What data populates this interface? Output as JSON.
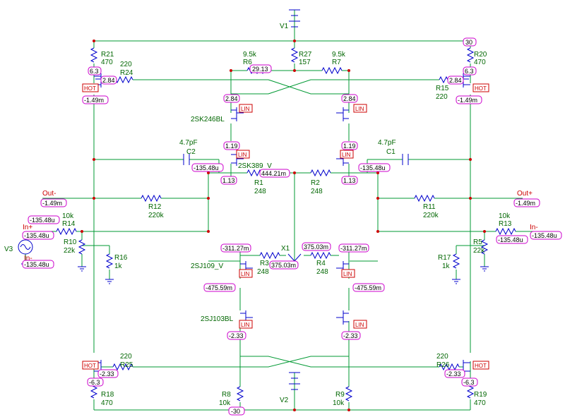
{
  "components": {
    "V1": "V1",
    "V2": "V2",
    "V3": "V3",
    "R1": "R1",
    "R1_val": "248",
    "R2": "R2",
    "R2_val": "248",
    "R3": "R3",
    "R3_val": "248",
    "R4": "R4",
    "R4_val": "248",
    "R5": "R5",
    "R5_val": "22k",
    "R6": "R6",
    "R6_val": "9.5k",
    "R7": "R7",
    "R7_val": "9.5k",
    "R8": "R8",
    "R8_val": "10k",
    "R9": "R9",
    "R9_val": "10k",
    "R10": "R10",
    "R10_val": "22k",
    "R11": "R11",
    "R11_val": "220k",
    "R12": "R12",
    "R12_val": "220k",
    "R13": "R13",
    "R13_val": "10k",
    "R14": "R14",
    "R14_val": "10k",
    "R15": "R15",
    "R15_val": "220",
    "R16": "R16",
    "R16_val": "1k",
    "R17": "R17",
    "R17_val": "1k",
    "R18": "R18",
    "R18_val": "470",
    "R19": "R19",
    "R19_val": "470",
    "R20": "R20",
    "R20_val": "470",
    "R21": "R21",
    "R21_val": "470",
    "R24": "R24",
    "R24_val": "220",
    "R25": "R25",
    "R25_val": "220",
    "R26": "R26",
    "R26_val": "220",
    "R27": "R27",
    "R27_val": "157",
    "C1": "C1",
    "C1_val": "4.7pF",
    "C2": "C2",
    "C2_val": "4.7pF",
    "X1": "X1",
    "Q_2SK246BL": "2SK246BL",
    "Q_2SK389": "2SK389_V",
    "Q_2SJ109": "2SJ109_V",
    "Q_2SJ103BL": "2SJ103BL"
  },
  "ports": {
    "out_minus": "Out-",
    "out_plus": "Out+",
    "in_plus": "In+",
    "in_minus": "In-",
    "in_minus_right": "In-"
  },
  "nodes": {
    "n30": "30",
    "n6_3_left": "6.3",
    "n6_3_right": "6.3",
    "n2_84_gl": "2.84",
    "n2_84_gr": "2.84",
    "n2_84_dl": "2.84",
    "n2_84_dr": "2.84",
    "n29_13": "29.13",
    "nhot_top_l": "-1.49m",
    "nhot_top_r": "-1.49m",
    "n1_19_l": "1.19",
    "n1_19_r": "1.19",
    "n1_13_l": "1.13",
    "n1_13_r": "1.13",
    "n444": "444.21m",
    "nc2": "-135.48u",
    "nc1": "-135.48u",
    "nout_l": "-1.49m",
    "nout_r": "-1.49m",
    "nin_a": "-135.48u",
    "nin_b": "-135.48u",
    "nin_c": "-135.48u",
    "nin_r1": "-135.48u",
    "nin_r2": "-135.48u",
    "n311_l": "-311.27m",
    "n311_r": "-311.27m",
    "n375_a": "375.03m",
    "n375_b": "375.03m",
    "n475_l": "-475.59m",
    "n475_r": "-475.59m",
    "n233_l": "-2.33",
    "n233_r": "-2.33",
    "n233_bl": "-2.33",
    "n233_br": "-2.33",
    "nm6_3_l": "-6.3",
    "nm6_3_r": "-6.3",
    "nm30": "-30"
  },
  "badges": {
    "hot": "HOT",
    "lin": "LIN"
  }
}
